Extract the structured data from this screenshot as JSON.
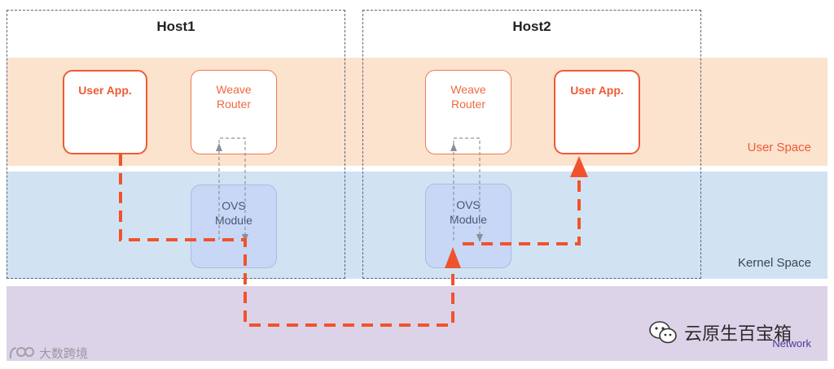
{
  "layers": {
    "user_space": "User Space",
    "kernel_space": "Kernel Space",
    "network": "Network"
  },
  "hosts": [
    {
      "title": "Host1",
      "user_app": "User App.",
      "weave_router": [
        "Weave",
        "Router"
      ],
      "ovs_module": [
        "OVS",
        "Module"
      ]
    },
    {
      "title": "Host2",
      "user_app": "User App.",
      "weave_router": [
        "Weave",
        "Router"
      ],
      "ovs_module": [
        "OVS",
        "Module"
      ]
    }
  ],
  "watermarks": {
    "left_text": "大数跨境",
    "right_text": "云原生百宝箱"
  },
  "colors": {
    "accent": "#ef5a33",
    "user_space_band": "#fbe3ce",
    "kernel_space_band": "#d1e3f3",
    "network_band": "#dcd3e8",
    "ovs_fill": "#c7d7f5"
  }
}
